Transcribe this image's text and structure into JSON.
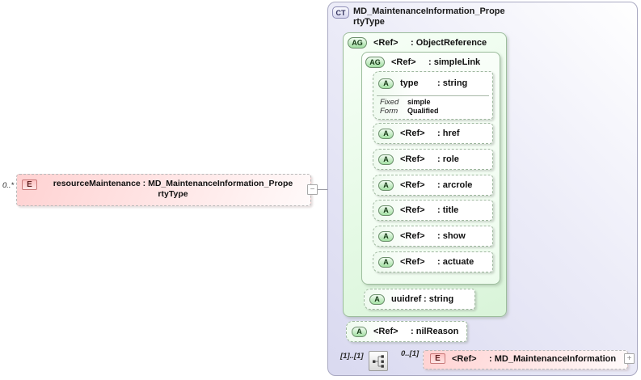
{
  "source_element": {
    "multiplicity": "0..*",
    "badge": "E",
    "label_line1": "resourceMaintenance : MD_MaintenanceInformation_Prope",
    "label_line2": "rtyType",
    "collapse_glyph": "−"
  },
  "ct": {
    "badge": "CT",
    "title_line1": "MD_MaintenanceInformation_Prope",
    "title_line2": "rtyType"
  },
  "object_reference": {
    "badge": "AG",
    "name": "<Ref>",
    "type": ": ObjectReference"
  },
  "simple_link": {
    "badge": "AG",
    "name": "<Ref>",
    "type": ": simpleLink"
  },
  "type_attr": {
    "badge": "A",
    "name": "type",
    "type": ": string",
    "fixed_label": "Fixed",
    "fixed_value": "simple",
    "form_label": "Form",
    "form_value": "Qualified"
  },
  "xlink_attrs": [
    {
      "badge": "A",
      "name": "<Ref>",
      "type": ": href"
    },
    {
      "badge": "A",
      "name": "<Ref>",
      "type": ": role"
    },
    {
      "badge": "A",
      "name": "<Ref>",
      "type": ": arcrole"
    },
    {
      "badge": "A",
      "name": "<Ref>",
      "type": ": title"
    },
    {
      "badge": "A",
      "name": "<Ref>",
      "type": ": show"
    },
    {
      "badge": "A",
      "name": "<Ref>",
      "type": ": actuate"
    }
  ],
  "uuidref_attr": {
    "badge": "A",
    "name": "uuidref",
    "type": ": string"
  },
  "nilreason_attr": {
    "badge": "A",
    "name": "<Ref>",
    "type": ": nilReason"
  },
  "sequence": {
    "left_label": "[1]..[1]",
    "right_label": "0..[1]"
  },
  "maintenance_element": {
    "badge": "E",
    "name": "<Ref>",
    "type": ": MD_MaintenanceInformation",
    "expand_glyph": "+"
  },
  "colors": {
    "panel_lavender": "#dcdcf2",
    "panel_border": "#a9a9c2",
    "group_green": "#e4f9e4",
    "group_border": "#9dbd9d",
    "element_pink": "#ffd2d2",
    "element_badge_border": "#c97a7a",
    "connector_gray": "#9a9aa2"
  }
}
